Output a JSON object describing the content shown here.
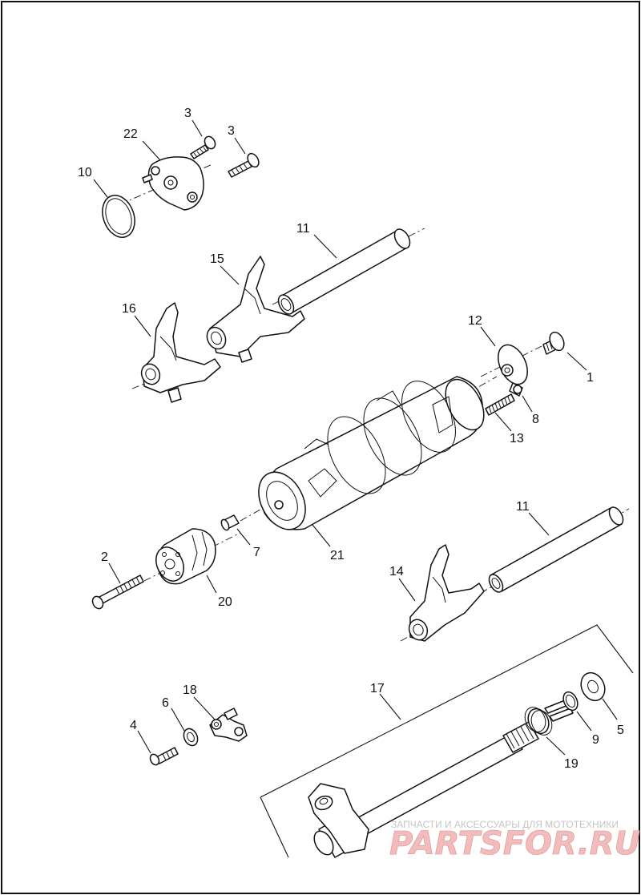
{
  "callouts": {
    "c1": "1",
    "c2": "2",
    "c3a": "3",
    "c3b": "3",
    "c4": "4",
    "c5": "5",
    "c6": "6",
    "c7": "7",
    "c8": "8",
    "c9": "9",
    "c10": "10",
    "c11a": "11",
    "c11b": "11",
    "c12": "12",
    "c13": "13",
    "c14": "14",
    "c15": "15",
    "c16": "16",
    "c17": "17",
    "c18": "18",
    "c19": "19",
    "c20": "20",
    "c21": "21",
    "c22": "22"
  },
  "watermark": {
    "tagline": "ЗАПЧАСТИ И АКСЕССУАРЫ ДЛЯ МОТОТЕХНИКИ",
    "logo": "PARTSFOR.RU"
  },
  "colors": {
    "line": "#111111",
    "watermark": "#e8a0a0"
  }
}
